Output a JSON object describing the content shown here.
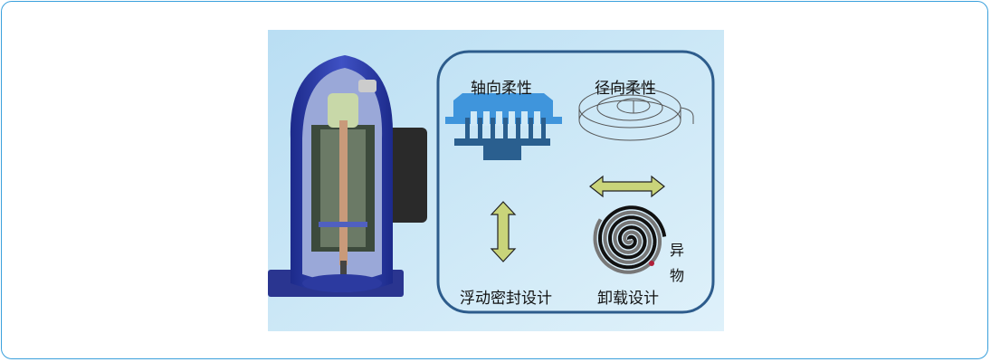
{
  "figure": {
    "labels": {
      "axial": "轴向柔性",
      "radial": "径向柔性",
      "floating_seal": "浮动密封设计",
      "unloading": "卸载设计",
      "foreign_1": "异",
      "foreign_2": "物"
    },
    "colors": {
      "background": "#cfe9f7",
      "box_border": "#2d5c8c",
      "arrow_fill": "#c9d47a",
      "scroll_top": "#3f95dc",
      "scroll_base": "#2a5f8f",
      "shell": "#2b3ba8"
    }
  }
}
